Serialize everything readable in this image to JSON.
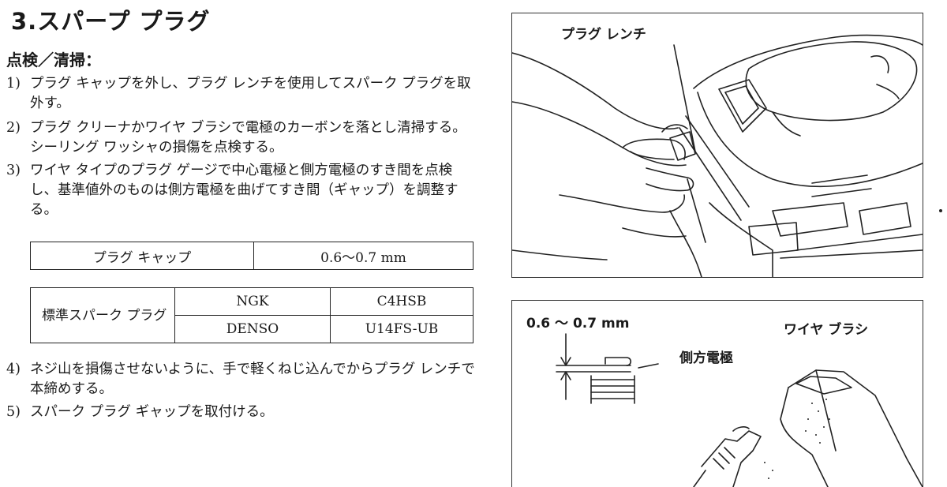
{
  "heading": {
    "title": "3.スパープ プラグ",
    "subtitle": "点検／清掃："
  },
  "steps": [
    {
      "num": "1)",
      "text": "プラグ キャップを外し、プラグ レンチを使用してスパーク プラグを取外す。"
    },
    {
      "num": "2)",
      "text": "プラグ クリーナかワイヤ ブラシで電極のカーボンを落とし清掃する。シーリング ワッシャの損傷を点検する。"
    },
    {
      "num": "3)",
      "text": "ワイヤ タイプのプラグ ゲージで中心電極と側方電極のすき間を点検し、基準値外のものは側方電極を曲げてすき間（ギャップ）を調整する。"
    },
    {
      "num": "4)",
      "text": "ネジ山を損傷させないように、手で軽くねじ込んでからプラグ レンチで本締めする。"
    },
    {
      "num": "5)",
      "text": "スパーク プラグ ギャップを取付ける。"
    }
  ],
  "gap_table": {
    "label": "プラグ キャップ",
    "value": "0.6～0.7 mm"
  },
  "plug_table": {
    "label": "標準スパーク プラグ",
    "rows": [
      {
        "maker": "NGK",
        "model": "C4HSB"
      },
      {
        "maker": "DENSO",
        "model": "U14FS-UB"
      }
    ]
  },
  "figure1": {
    "label": "プラグ レンチ"
  },
  "figure2": {
    "gap_label": "0.6 ～ 0.7 mm",
    "electrode_label": "側方電極",
    "brush_label": "ワイヤ ブラシ"
  }
}
